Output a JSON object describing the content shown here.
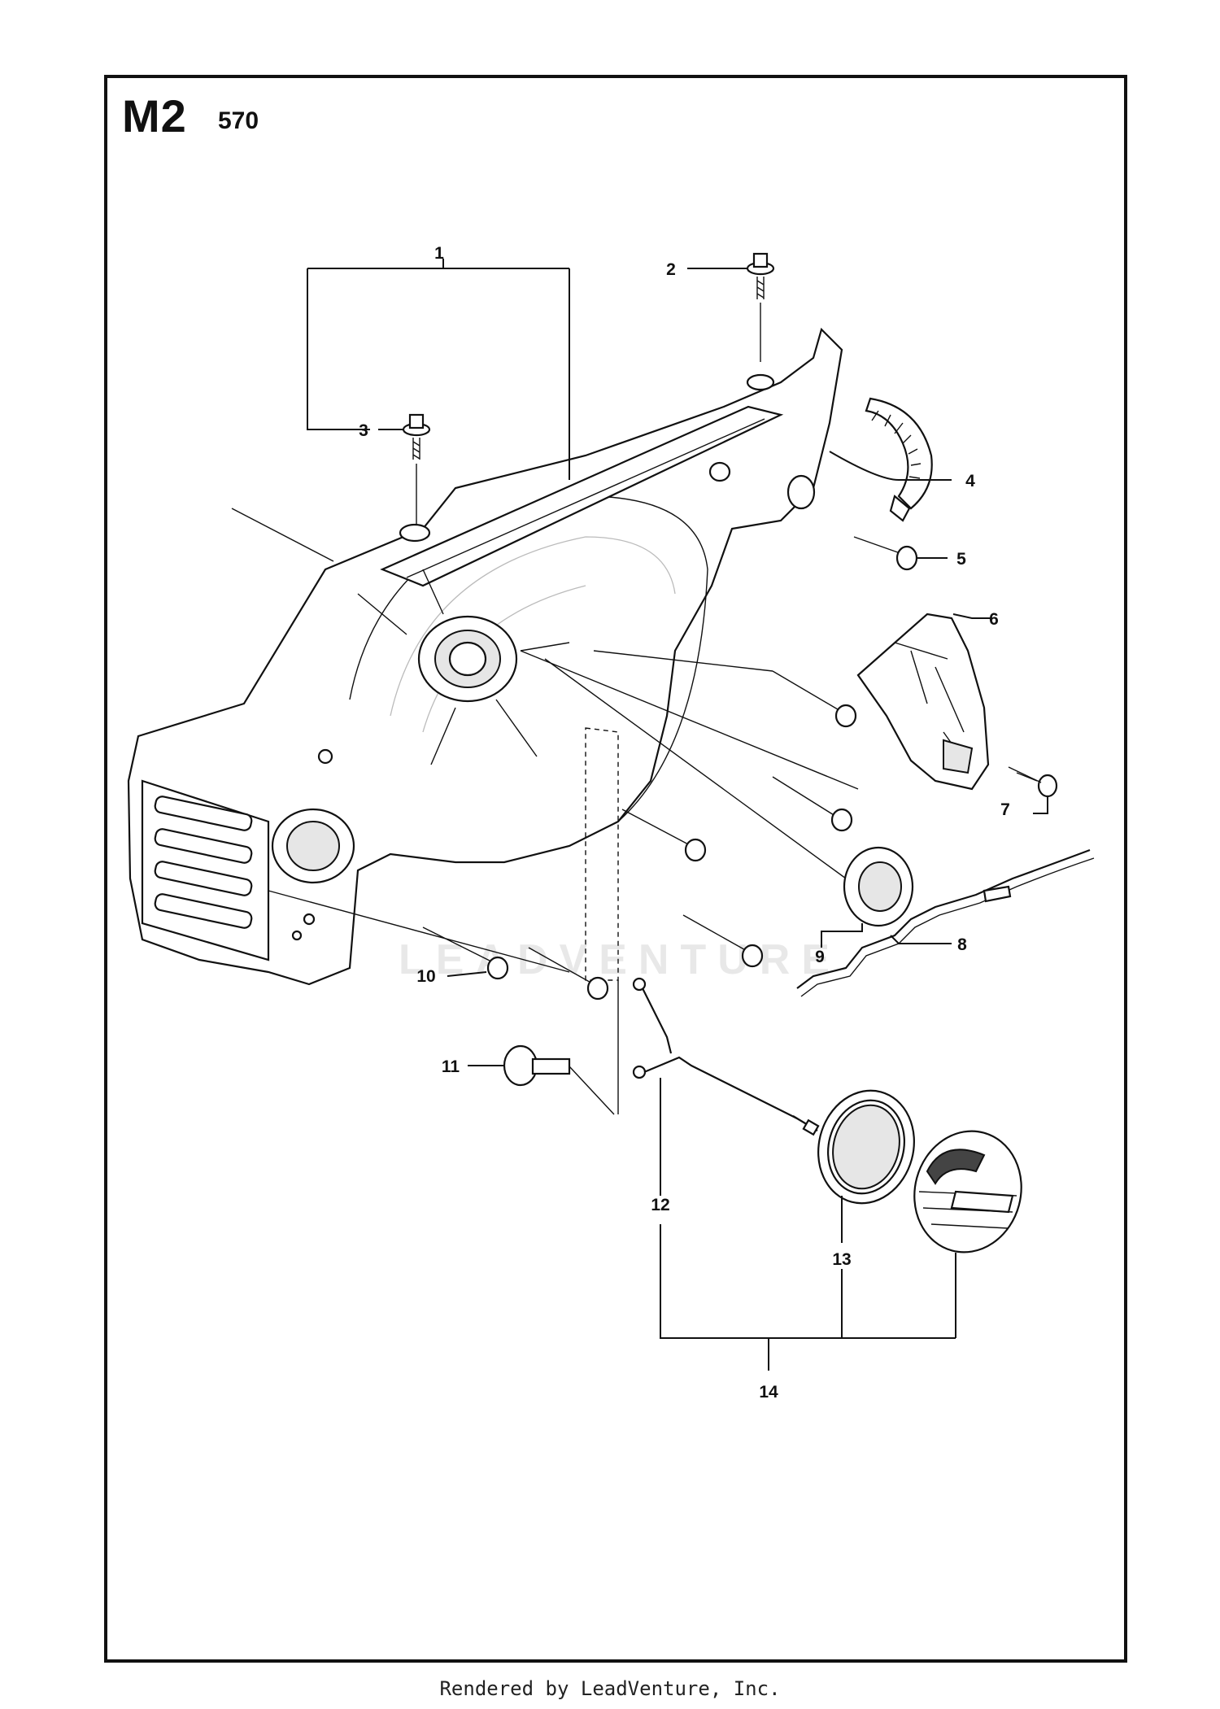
{
  "header": {
    "page_code": "M2",
    "model": "570"
  },
  "callouts": [
    "1",
    "2",
    "3",
    "4",
    "5",
    "6",
    "7",
    "8",
    "9",
    "10",
    "11",
    "12",
    "13",
    "14"
  ],
  "watermark": "LEADVENTURE",
  "footer": "Rendered by LeadVenture, Inc."
}
